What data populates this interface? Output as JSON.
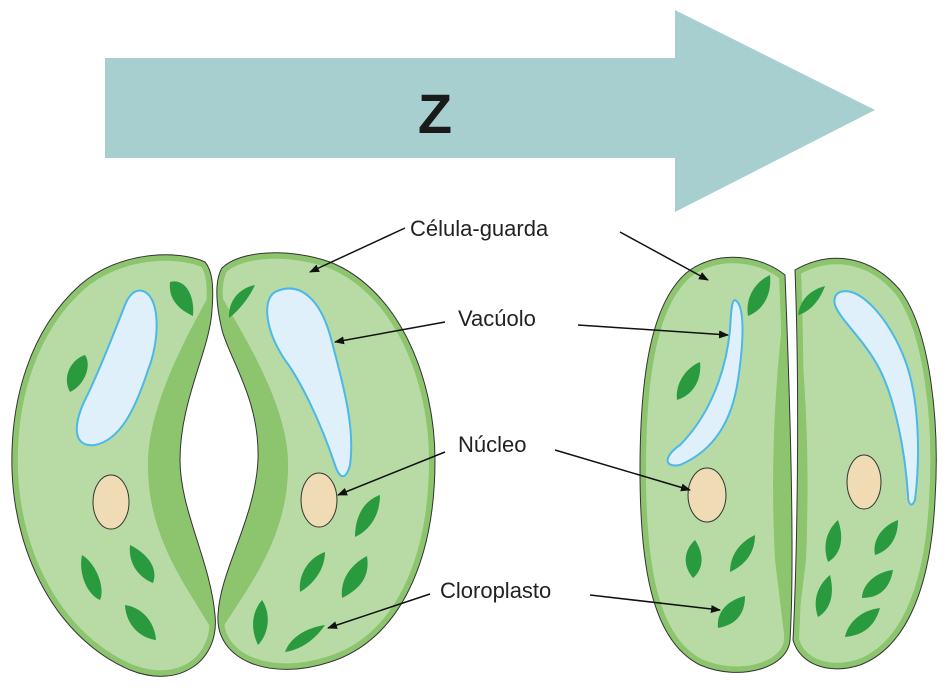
{
  "arrow_label": "Z",
  "labels": {
    "guard_cell": "Célula-guarda",
    "vacuole": "Vacúolo",
    "nucleus": "Núcleo",
    "chloroplast": "Cloroplasto"
  },
  "colors": {
    "arrow": "#a8cfcf",
    "cell_wall": "#8cc56e",
    "cytoplasm": "#b8dba6",
    "chloroplast": "#2a9a3e",
    "vacuole_fill": "#dff0fa",
    "vacuole_stroke": "#4ab8e8",
    "nucleus": "#efdcb4"
  }
}
